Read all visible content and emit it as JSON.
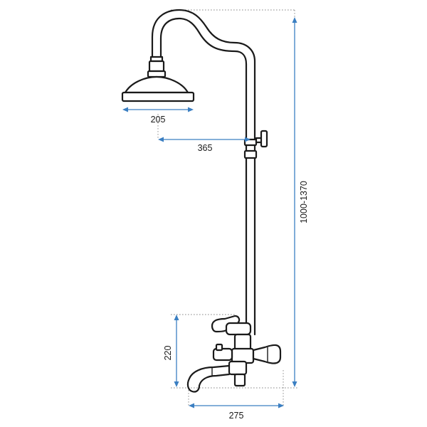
{
  "dimensions": {
    "head_width": "205",
    "arm_reach": "365",
    "total_height": "1000-1370",
    "mixer_height": "220",
    "mixer_width": "275"
  },
  "colors": {
    "dimension": "#3b7fc2",
    "outline": "#1a1a1a",
    "extension": "#888888"
  }
}
